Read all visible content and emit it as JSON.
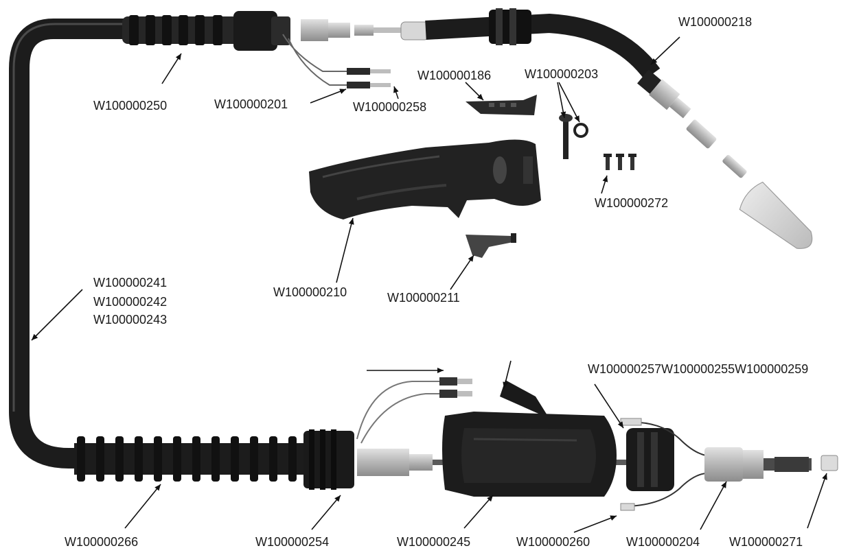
{
  "parts": {
    "gooseneck": "W100000218",
    "rear_spring": "W100000250",
    "trigger_wires": "W100000201",
    "wire_terminals": "W100000258",
    "handle_plate": "W100000186",
    "screw_nut": "W100000203",
    "screws": "W100000272",
    "handle": "W100000210",
    "trigger": "W100000211",
    "cable_1": "W100000241",
    "cable_2": "W100000242",
    "cable_3": "W100000243",
    "connector_parts": "W100000257W100000255W100000259",
    "rear_spring_guard": "W100000266",
    "cable_sleeve": "W100000254",
    "connector_handle": "W100000245",
    "pin_terminal": "W100000260",
    "central_adapter": "W100000204",
    "end_nut": "W100000271"
  },
  "colors": {
    "cable": "#1c1c1c",
    "body": "#222222",
    "metal": "#b9b9b9",
    "ceramic": "#d4d4d4",
    "line": "#111111"
  }
}
